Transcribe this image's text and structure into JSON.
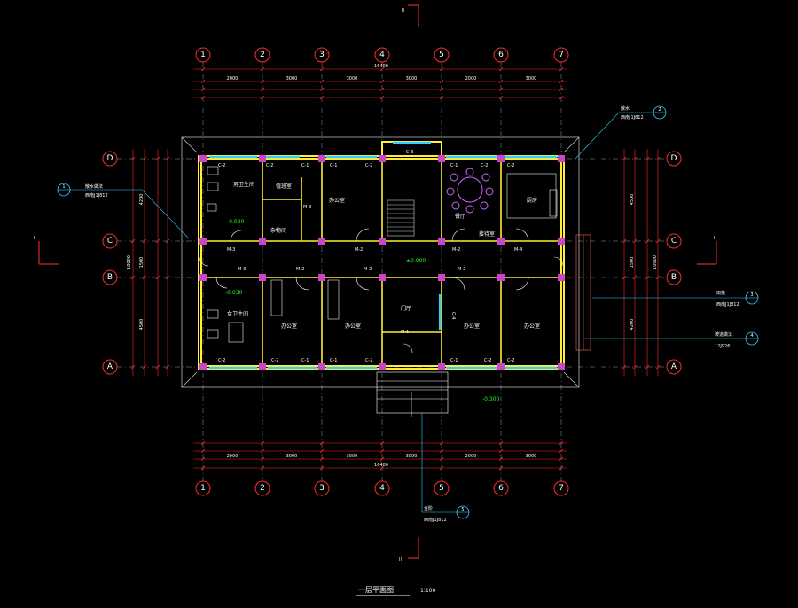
{
  "drawing": {
    "title": "一层平面图",
    "scale": "1:100",
    "section_mark": "II",
    "side_section_mark": "I"
  },
  "axes": {
    "columns": [
      "1",
      "2",
      "3",
      "4",
      "5",
      "6",
      "7"
    ],
    "rows": [
      "D",
      "C",
      "B",
      "A"
    ]
  },
  "dims": {
    "top_overall": "16400",
    "top_bays": [
      "2000",
      "3000",
      "3000",
      "3000",
      "2000",
      "3000"
    ],
    "bottom_overall": "16400",
    "bottom_bays": [
      "2000",
      "3000",
      "3000",
      "3000",
      "2000",
      "3000"
    ],
    "left_overall": "10000",
    "right_overall": "10000",
    "left_bays": [
      "4200",
      "1500",
      "4500"
    ],
    "right_bays": [
      "4500",
      "1500",
      "4200"
    ]
  },
  "rooms": {
    "office_1": "办公室",
    "office_2": "办公室",
    "office_3": "办公室",
    "office_4": "办公室",
    "office_5": "办公室",
    "dining": "餐厅",
    "kitchen": "厨房",
    "toilet_m": "男卫生间",
    "toilet_f": "女卫生间",
    "store": "杂物间",
    "hall": "门厅",
    "duty": "值班室",
    "reception": "接待室"
  },
  "tags": {
    "door_m1": "M-1",
    "door_m2": "M-2",
    "door_m3": "M-3",
    "door_m4": "M-4",
    "win_c1": "C-1",
    "win_c2": "C-2",
    "win_c3": "C-3",
    "win_c4": "C-4",
    "level_0": "±0.000",
    "level_neg": "-0.300",
    "level_neg2": "-0.030"
  },
  "callouts": {
    "c1_line1": "散水做法",
    "c1_line2": "西南J1J812",
    "c2_line1": "散水",
    "c2_line1b": "西南J1J812",
    "c3_line1": "雨篷",
    "c3_line2": "西南J1J812",
    "c4_line1": "坡道做法",
    "c4_line2": "12J926",
    "c5_line1": "台阶",
    "c5_line2": "西南J1J812",
    "c_num_1": "1",
    "c_num_2": "2",
    "c_num_3": "3",
    "c_num_4": "4",
    "c_num_5": "5"
  }
}
